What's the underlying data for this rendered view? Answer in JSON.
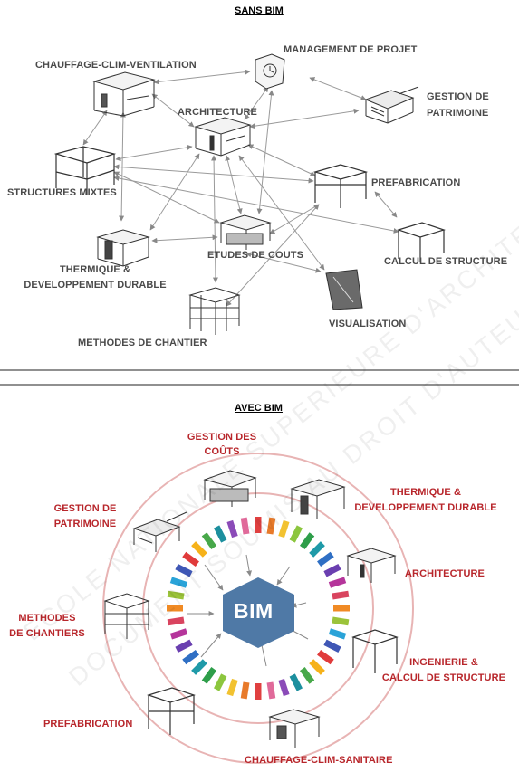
{
  "sans_bim": {
    "heading": "SANS BIM",
    "labels": {
      "management": "MANAGEMENT DE PROJET",
      "cvc": "CHAUFFAGE-CLIM-VENTILATION",
      "gestion_line1": "GESTION DE",
      "gestion_line2": "PATRIMOINE",
      "architecture": "ARCHITECTURE",
      "structures": "STRUCTURES MIXTES",
      "prefabrication": "PREFABRICATION",
      "thermique_line1": "THERMIQUE &",
      "thermique_line2": "DEVELOPPEMENT DURABLE",
      "etudes": "ETUDES DE COUTS",
      "calcul": "CALCUL DE STRUCTURE",
      "visualisation": "VISUALISATION",
      "methodes": "METHODES DE CHANTIER"
    }
  },
  "avec_bim": {
    "heading": "AVEC BIM",
    "center": "BIM",
    "labels": {
      "couts_line1": "GESTION DES",
      "couts_line2": "COÛTS",
      "thermique_line1": "THERMIQUE &",
      "thermique_line2": "DEVELOPPEMENT DURABLE",
      "patrimoine_line1": "GESTION DE",
      "patrimoine_line2": "PATRIMOINE",
      "architecture": "ARCHITECTURE",
      "methodes_line1": "METHODES",
      "methodes_line2": "DE CHANTIERS",
      "ingenierie_line1": "INGENIERIE &",
      "ingenierie_line2": "CALCUL DE STRUCTURE",
      "prefabrication": "PREFABRICATION",
      "chauffage": "CHAUFFAGE-CLIM-SANITAIRE"
    },
    "colors": {
      "label_red": "#b8262b",
      "circle_pink": "#e8b4b4",
      "bim_hexagon": "#4f79a6"
    },
    "color_bars": [
      "#e04040",
      "#e87a2a",
      "#f2c230",
      "#8cc63e",
      "#2e9e4a",
      "#1f9aa8",
      "#2f6fc4",
      "#6a3fb0",
      "#b5359b",
      "#d9445f",
      "#f08a24",
      "#9bc33a",
      "#2aa3d8",
      "#3f57b5",
      "#e03b3b",
      "#f6b21a",
      "#48a84a",
      "#1c8f9e",
      "#8b4bb8",
      "#e06a9a"
    ]
  },
  "watermark": {
    "line1": "ECOLE NATIONALE SUPERIEURE D'ARCHITECTURE",
    "line2": "DOCUMENT SOUMIS AU DROIT D'AUTEUR"
  }
}
